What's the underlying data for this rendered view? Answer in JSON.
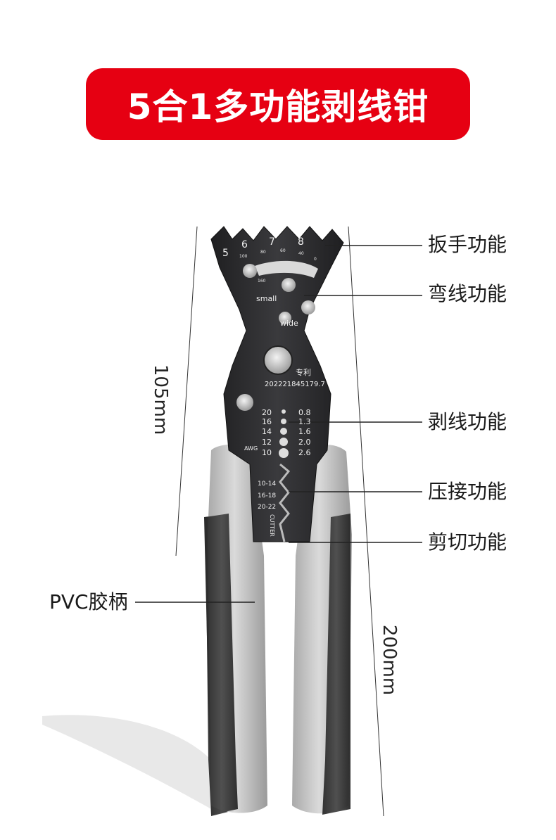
{
  "title": "5合1多功能剥线钳",
  "colors": {
    "banner": "#e60012",
    "handle_grey": "#c9c9c9",
    "handle_dark": "#3a3a3a",
    "metal": "#2c2c2e"
  },
  "callouts": {
    "wrench": "扳手功能",
    "bend": "弯线功能",
    "strip": "剥线功能",
    "crimp": "压接功能",
    "cut": "剪切功能",
    "handle": "PVC胶柄"
  },
  "dimensions": {
    "head_length": "105mm",
    "total_length": "200mm"
  },
  "tool_markings": {
    "wrench_sizes": [
      "5",
      "6",
      "7",
      "8"
    ],
    "gauge_scale": [
      "100",
      "80",
      "60",
      "40",
      "0",
      "160"
    ],
    "small_label": "small",
    "wide_label": "wide",
    "patent_label": "专利",
    "patent_number": "202221845179.7",
    "awg_left": [
      "20",
      "16",
      "14",
      "12",
      "10"
    ],
    "mm_right": [
      "0.8",
      "1.3",
      "1.6",
      "2.0",
      "2.6"
    ],
    "awg_label": "AWG",
    "crimp_sizes": [
      "10-14",
      "16-18",
      "20-22"
    ],
    "cutter_label": "CUTTER"
  }
}
